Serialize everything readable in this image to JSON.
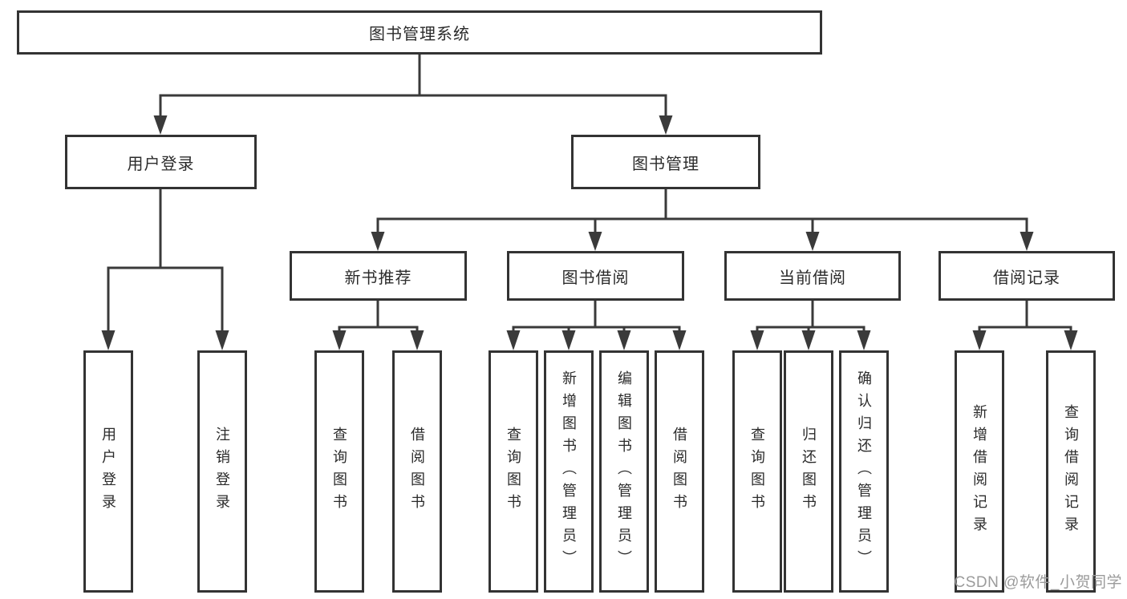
{
  "colors": {
    "background": "#ffffff",
    "line": "#3a3a3a",
    "box_border": "#333333",
    "text": "#2b2b2b",
    "watermark": "#9b9b9b"
  },
  "watermark": {
    "text": "CSDN @软件_小贺同学"
  },
  "tree": {
    "label": "图书管理系统",
    "children": [
      {
        "label": "用户登录",
        "children": [
          {
            "label": "用户登录"
          },
          {
            "label": "注销登录"
          }
        ]
      },
      {
        "label": "图书管理",
        "children": [
          {
            "label": "新书推荐",
            "children": [
              {
                "label": "查询图书"
              },
              {
                "label": "借阅图书"
              }
            ]
          },
          {
            "label": "图书借阅",
            "children": [
              {
                "label": "查询图书"
              },
              {
                "label": "新增图书（管理员）"
              },
              {
                "label": "编辑图书（管理员）"
              },
              {
                "label": "借阅图书"
              }
            ]
          },
          {
            "label": "当前借阅",
            "children": [
              {
                "label": "查询图书"
              },
              {
                "label": "归还图书"
              },
              {
                "label": "确认归还（管理员）"
              }
            ]
          },
          {
            "label": "借阅记录",
            "children": [
              {
                "label": "新增借阅记录"
              },
              {
                "label": "查询借阅记录"
              }
            ]
          }
        ]
      }
    ]
  }
}
